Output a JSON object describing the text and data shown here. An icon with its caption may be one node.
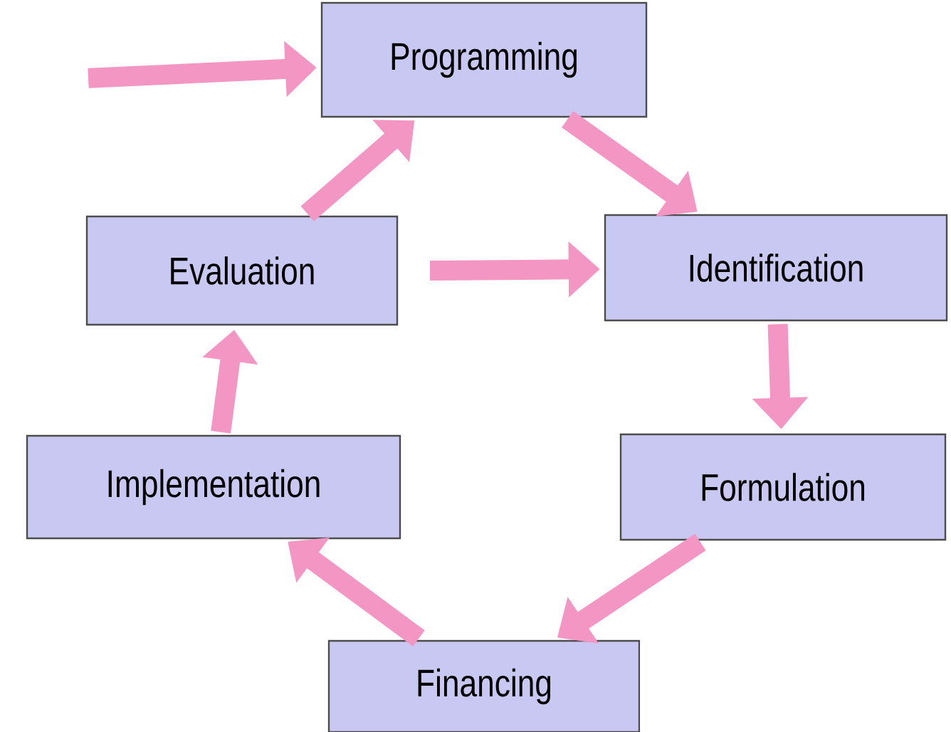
{
  "diagram": {
    "nodes": [
      {
        "text": [
          "Programming"
        ]
      },
      {
        "text": [
          "Identification"
        ]
      },
      {
        "text": [
          "Formulation"
        ]
      },
      {
        "text": [
          "Financing"
        ]
      },
      {
        "text": [
          "Implementation"
        ]
      },
      {
        "text": [
          "Evaluation"
        ]
      }
    ],
    "edges": [
      {
        "from": null,
        "to": 0,
        "arrow": "to"
      },
      {
        "from": 0,
        "to": 1,
        "arrow": "to"
      },
      {
        "from": 1,
        "to": 2,
        "arrow": "to"
      },
      {
        "from": 2,
        "to": 3,
        "arrow": "to"
      },
      {
        "from": 3,
        "to": 4,
        "arrow": "to"
      },
      {
        "from": 4,
        "to": 5,
        "arrow": "to"
      },
      {
        "from": 5,
        "to": 0,
        "arrow": "to"
      },
      {
        "from": null,
        "to": 1,
        "arrow": "to"
      }
    ]
  }
}
